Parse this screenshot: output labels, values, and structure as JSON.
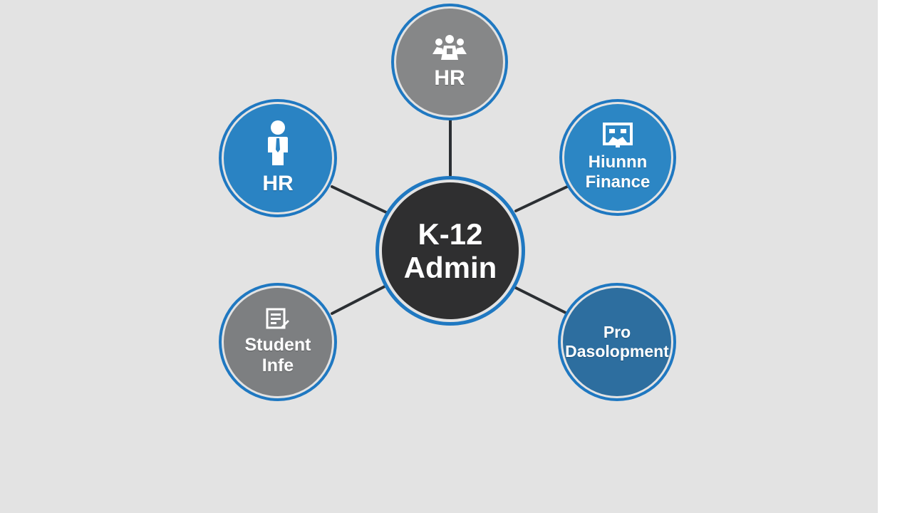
{
  "diagram": {
    "center": {
      "lines": [
        "K-12",
        "Admin"
      ]
    },
    "nodes": {
      "top": {
        "lines": [
          "HR"
        ],
        "icon": "team-icon"
      },
      "left": {
        "lines": [
          "HR"
        ],
        "icon": "person-tie-icon"
      },
      "right": {
        "lines": [
          "Hiunnn",
          "Finance"
        ],
        "icon": "presentation-board-icon"
      },
      "bottom_left": {
        "lines": [
          "Student",
          "Infe"
        ],
        "icon": "document-edit-icon"
      },
      "bottom_right": {
        "lines": [
          "Pro",
          "Dasolopment"
        ]
      }
    },
    "colors": {
      "background": "#e3e3e3",
      "ring_blue": "#1f78c1",
      "node_gray": "#868788",
      "node_blue": "#2a83c3",
      "node_steel_blue": "#2d6e9f",
      "center_dark": "#2f2f30",
      "connector": "#2b2f33"
    }
  }
}
